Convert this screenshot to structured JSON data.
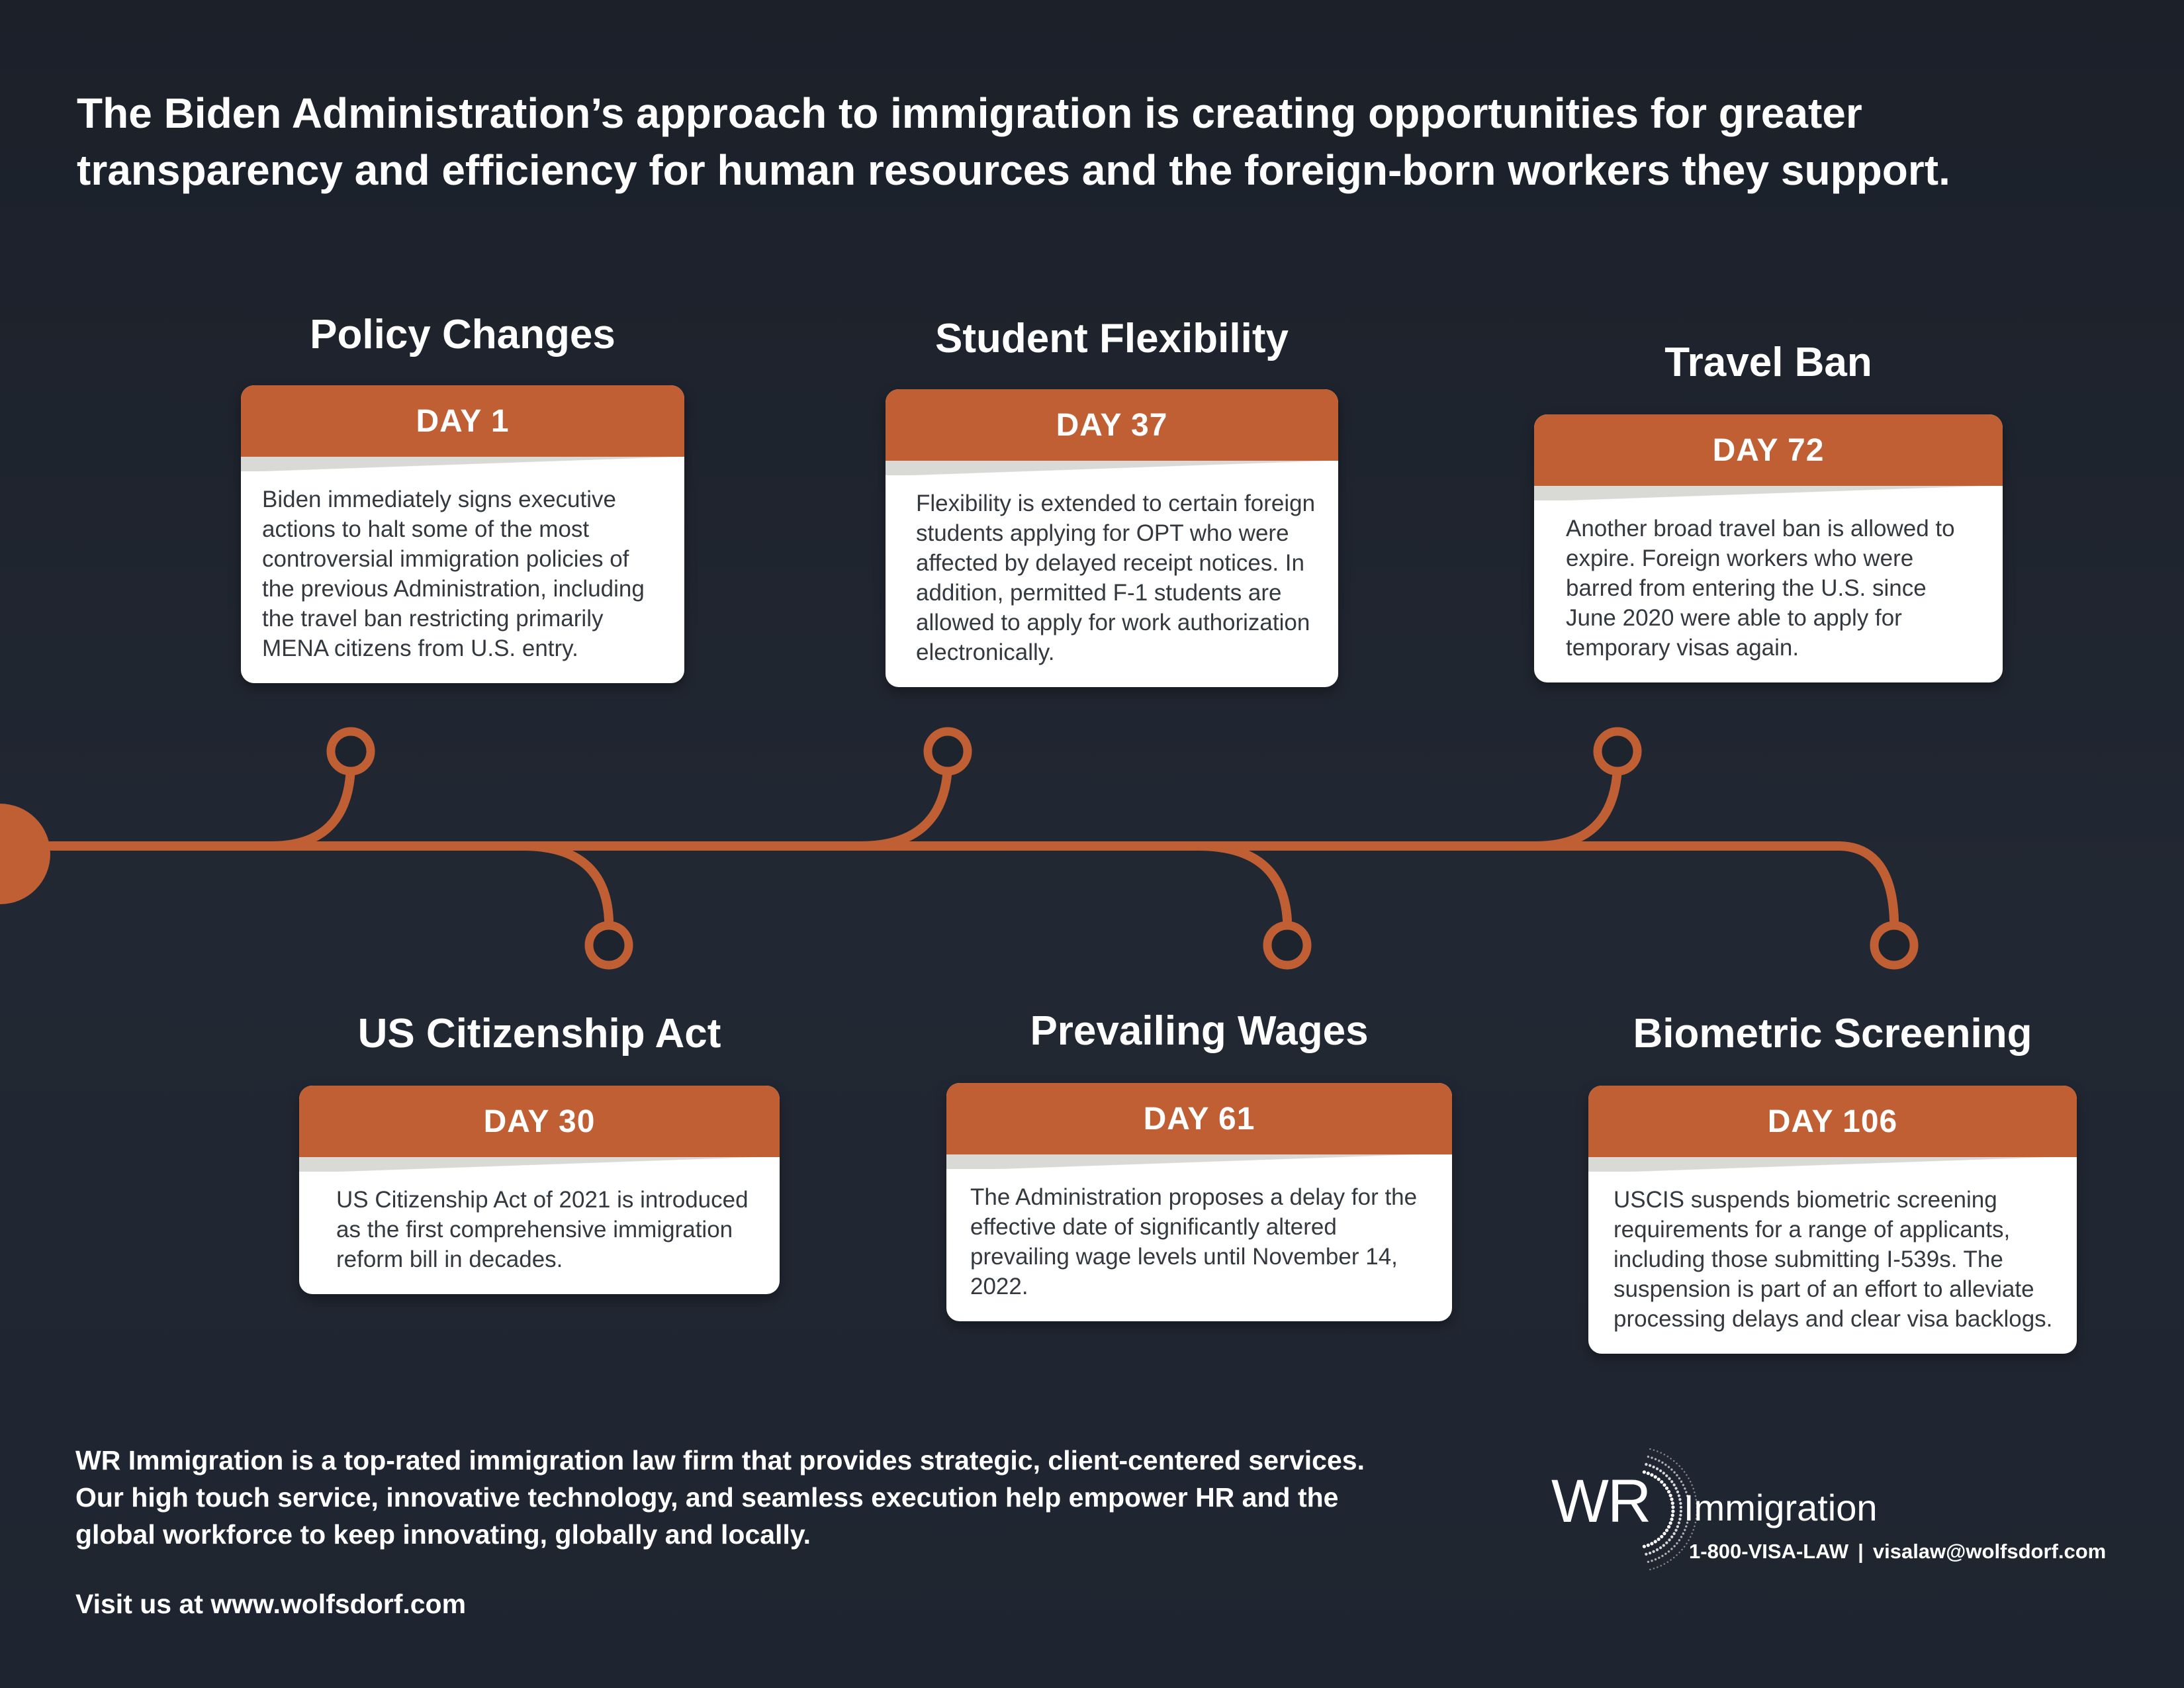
{
  "headline": "The Biden Administration’s approach to immigration is creating opportunities for greater transparency and efficiency for human resources and the foreign-born workers they support.",
  "colors": {
    "accent": "#c05f34",
    "background": "#1e242e",
    "card": "#ffffff",
    "card_text": "#34383f",
    "band": "#d9d9d6"
  },
  "events": [
    {
      "title": "Policy Changes",
      "day": "DAY 1",
      "body": "Biden immediately signs executive actions to halt some of the most controversial immigration policies of the previous Administration, including the travel ban restricting primarily MENA citizens from U.S. entry."
    },
    {
      "title": "US Citizenship Act",
      "day": "DAY 30",
      "body": "US Citizenship Act of 2021 is introduced as the first comprehensive immigration reform bill in decades."
    },
    {
      "title": "Student Flexibility",
      "day": "DAY 37",
      "body": "Flexibility is extended to certain foreign students applying for OPT who were affected by delayed receipt notices. In addition, permitted F-1 students are allowed to apply for work authorization electronically."
    },
    {
      "title": "Prevailing Wages",
      "day": "DAY 61",
      "body": "The Administration proposes a delay for the effective date of significantly altered prevailing wage levels until November 14, 2022."
    },
    {
      "title": "Travel Ban",
      "day": "DAY 72",
      "body": "Another broad travel ban is allowed to expire. Foreign workers who were barred from entering the U.S. since June 2020 were able to apply for temporary visas again."
    },
    {
      "title": "Biometric Screening",
      "day": "DAY 106",
      "body": "USCIS suspends biometric screening requirements for a range of applicants, including those submitting I-539s. The suspension is part of an effort to alleviate processing delays and clear visa backlogs."
    }
  ],
  "footer": {
    "about": "WR Immigration is a top-rated immigration law firm that provides strategic, client-centered services. Our high touch service, innovative technology, and seamless execution help empower HR and the global workforce to keep innovating, globally and locally.",
    "visit": "Visit us at www.wolfsdorf.com",
    "logo_mark": "WR",
    "logo_name": "Immigration",
    "phone": "1-800-VISA-LAW",
    "separator": "|",
    "email": "visalaw@wolfsdorf.com"
  }
}
